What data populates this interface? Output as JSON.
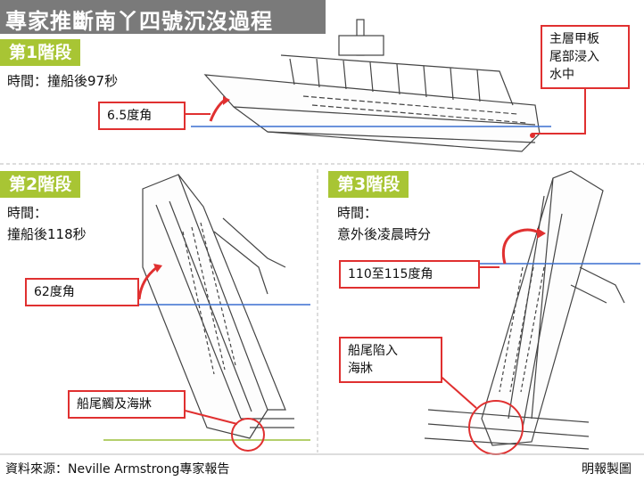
{
  "title": "專家推斷南丫四號沉沒過程",
  "stages": [
    {
      "tag": "第1階段",
      "time": "時間：撞船後97秒",
      "angle": "6.5度角"
    },
    {
      "tag": "第2階段",
      "time_label": "時間：",
      "time": "撞船後118秒",
      "angle": "62度角"
    },
    {
      "tag": "第3階段",
      "time_label": "時間：",
      "time": "意外後凌晨時分",
      "angle": "110至115度角"
    }
  ],
  "callouts": {
    "stage1_flood": [
      "主層甲板",
      "尾部浸入",
      "水中"
    ],
    "stage2_touch": "船尾觸及海牀",
    "stage3_sink": [
      "船尾陷入",
      "海牀"
    ]
  },
  "footer": {
    "source": "資料來源：Neville Armstrong專家報告",
    "credit": "明報製圖"
  },
  "colors": {
    "tag_green": "#a8c534",
    "callout_red": "#e03030",
    "water_blue": "#3a6fd0",
    "seabed_green": "#9bbf3a"
  }
}
